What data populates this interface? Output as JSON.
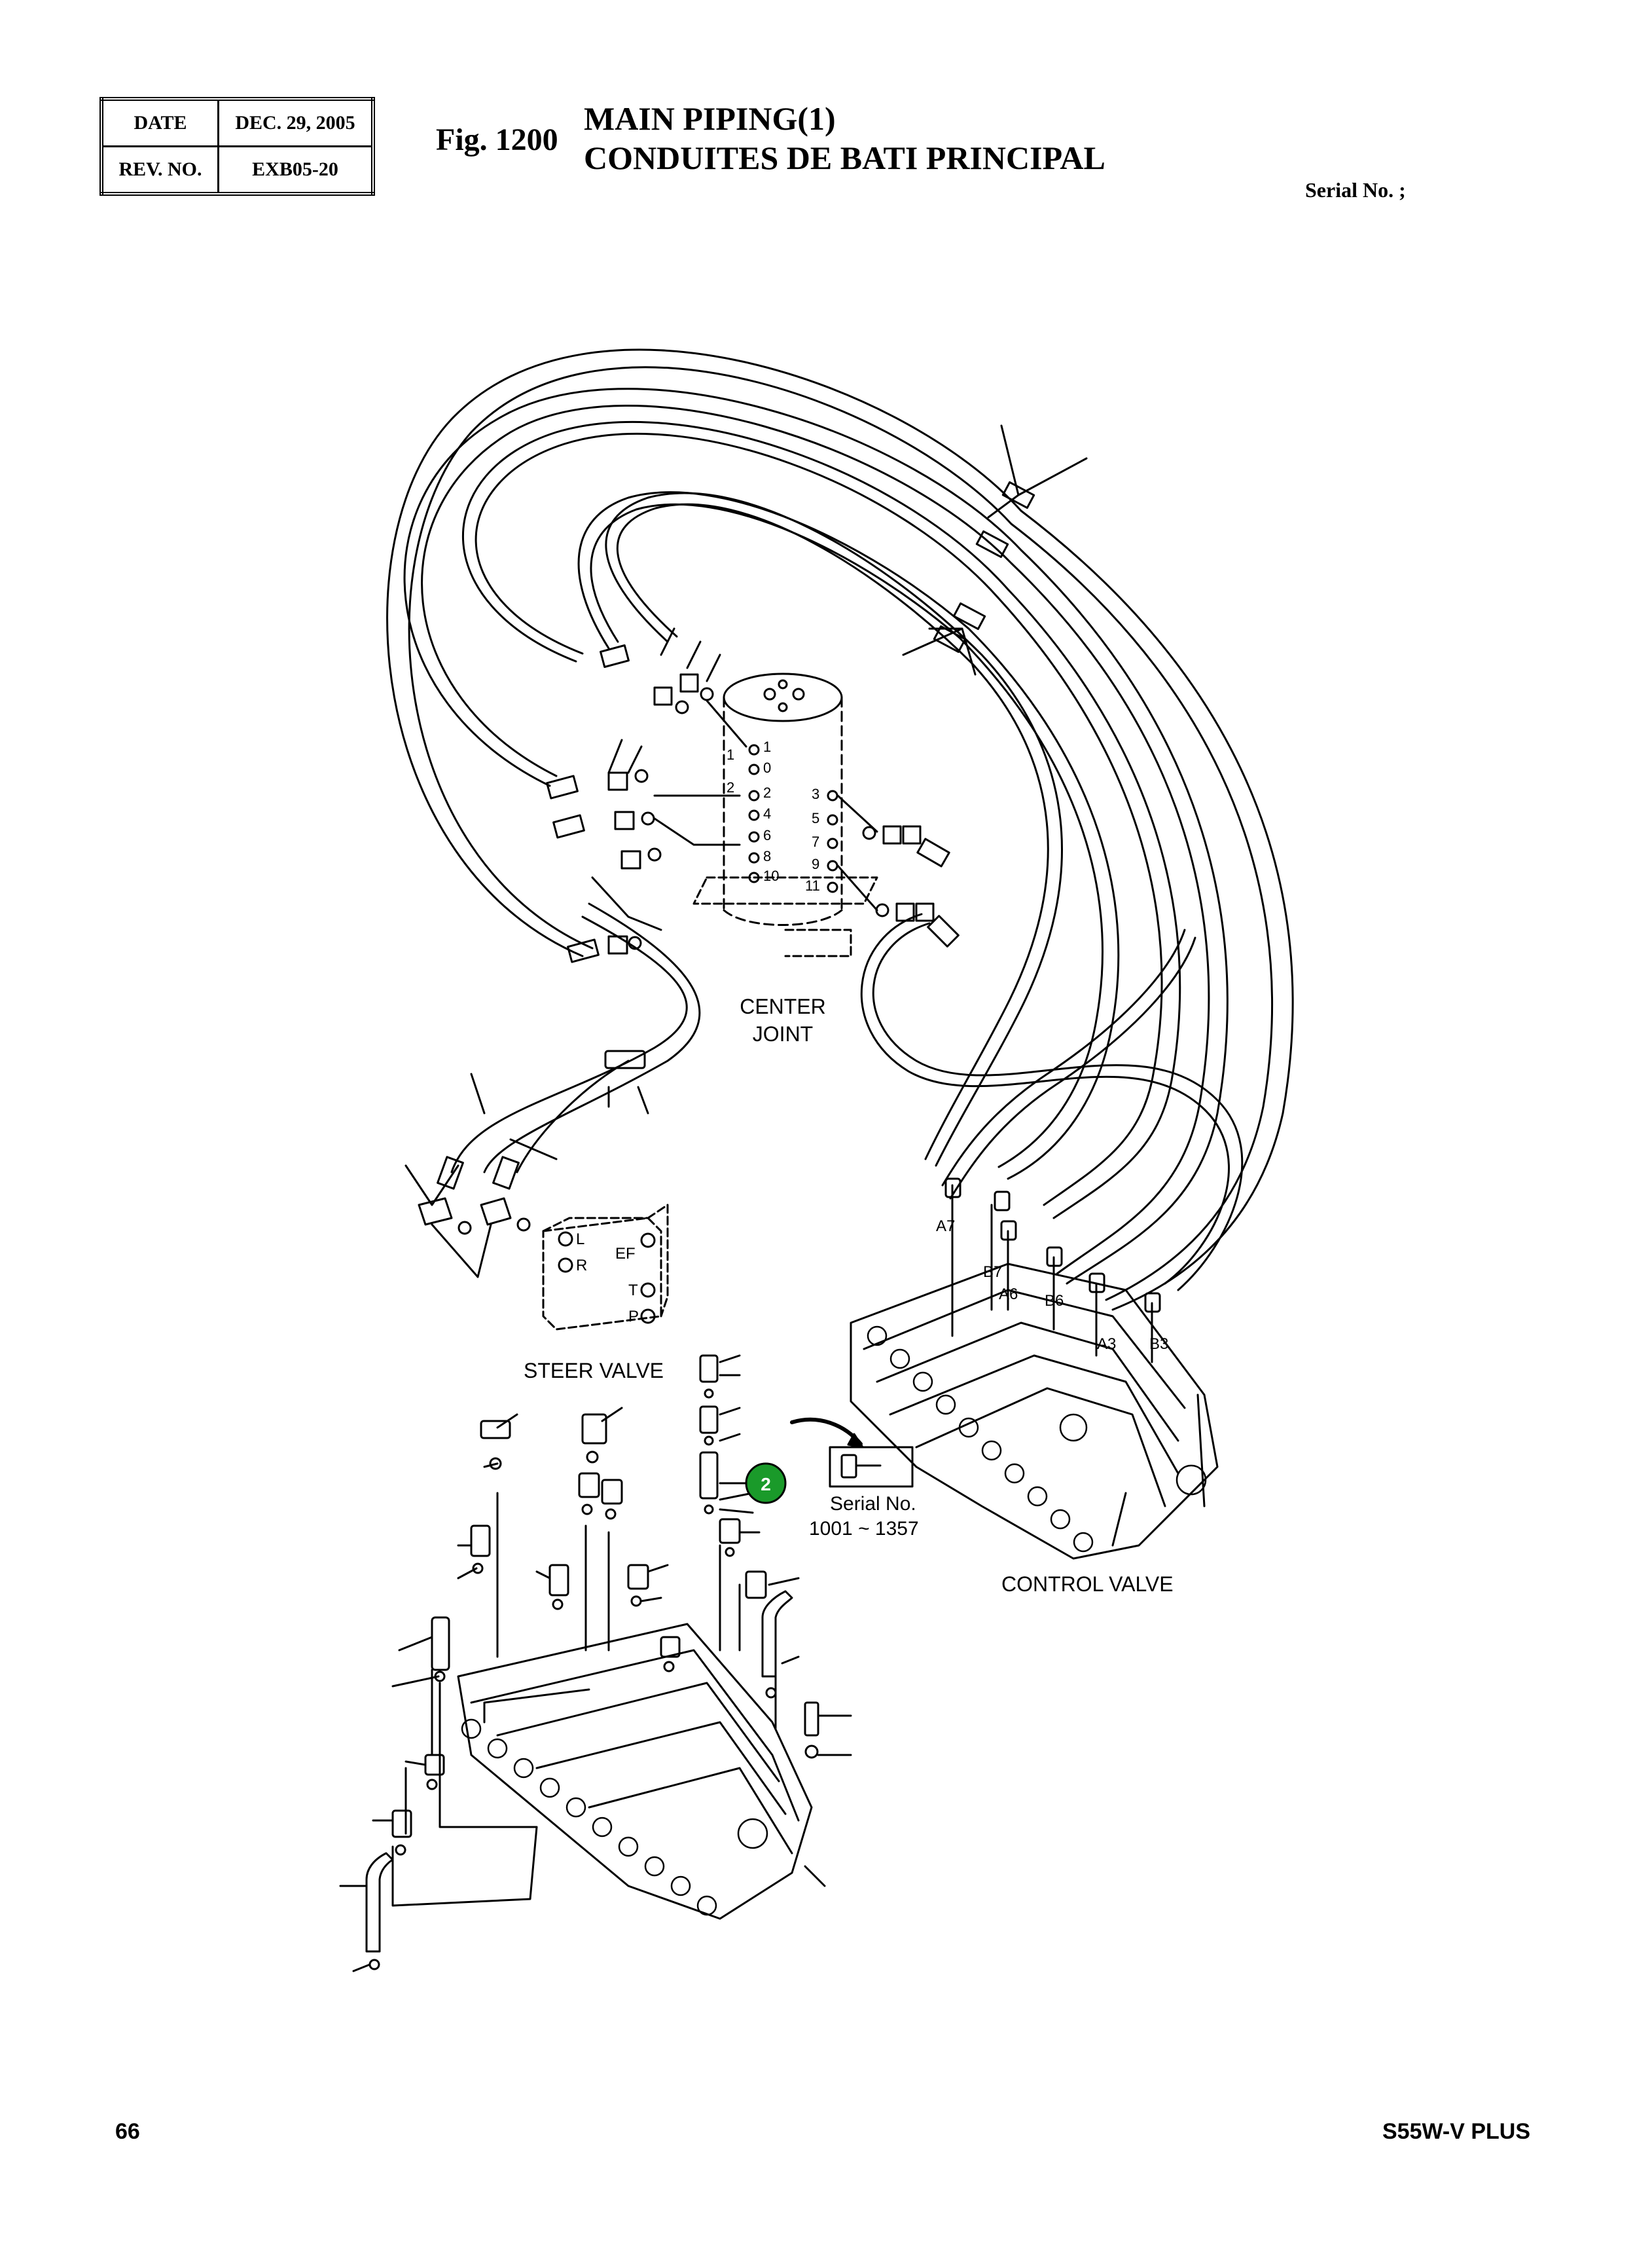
{
  "header": {
    "date_label": "DATE",
    "date_value": "DEC. 29, 2005",
    "rev_label": "REV. NO.",
    "rev_value": "EXB05-20",
    "fig_number": "Fig. 1200",
    "title_en": "MAIN PIPING(1)",
    "title_fr": "CONDUITES DE BATI PRINCIPAL",
    "serial_label": "Serial No. ;"
  },
  "labels": {
    "center_joint_line1": "CENTER",
    "center_joint_line2": "JOINT",
    "steer_valve": "STEER VALVE",
    "control_valve": "CONTROL VALVE",
    "serial_note_line1": "Serial No.",
    "serial_note_line2": "1001 ~ 1357",
    "callout_number": "2"
  },
  "center_joint_ports": {
    "left_hose_labels": [
      "1",
      "2"
    ],
    "left_port_numbers": [
      "1",
      "0",
      "2",
      "4",
      "6",
      "8",
      "10"
    ],
    "right_port_numbers": [
      "3",
      "5",
      "7",
      "9",
      "11"
    ]
  },
  "steer_valve_ports": [
    "L",
    "R",
    "EF",
    "T",
    "P"
  ],
  "control_valve_ports": [
    "A7",
    "B7",
    "A6",
    "B6",
    "A3",
    "B3"
  ],
  "footer": {
    "page_number": "66",
    "model": "S55W-V PLUS"
  },
  "colors": {
    "callout_fill": "#1a9a2a",
    "line": "#000000"
  }
}
